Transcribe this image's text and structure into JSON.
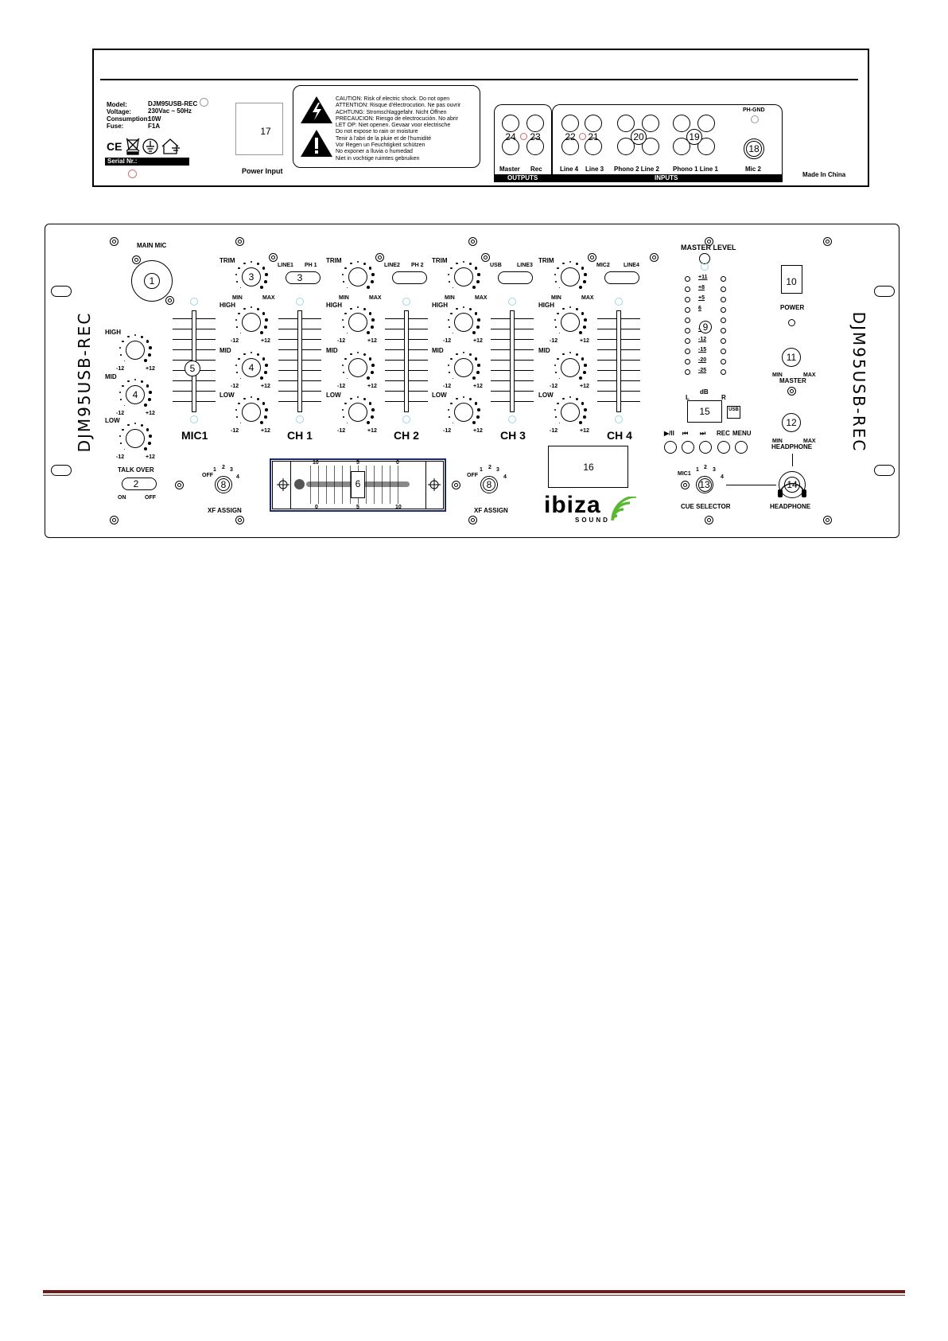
{
  "rear_panel": {
    "model_label": "Model:",
    "model_value": "DJM95USB-REC",
    "voltage_label": "Voltage:",
    "voltage_value": "230Vac ~ 50Hz",
    "consumption_label": "Consumption:",
    "consumption_value": "10W",
    "fuse_label": "Fuse:",
    "fuse_value": "F1A",
    "serial_label": "Serial Nr.:",
    "power_input_label": "Power Input",
    "power_input_num": "17",
    "warnings": [
      "CAUTION: Risk of electric shock. Do not open",
      "ATTENTION: Risque d'électrocution. Ne pas ouvrir",
      "ACHTUNG: Stromschlaggefahr. Nicht Öffnen",
      "PRECAUCION: Riesgo de electrocución. No abrir",
      "LET OP: Niet openen. Gevaar voor electrische",
      "Do not expose to rain or moisture",
      "Tenir à l'abri de la pluie et de l'humidité",
      "Vor Regen un Feuchtigkeit schützen",
      "No exponer a lluvia o humedad",
      "Niet in vochtige ruimtes gebruiken"
    ],
    "outputs_label": "OUTPUTS",
    "inputs_label": "INPUTS",
    "jack_labels": [
      "Master",
      "Rec",
      "Line 4",
      "Line 3",
      "Phono 2 Line 2",
      "Phono 1 Line 1",
      "Mic 2"
    ],
    "jack_nums": [
      "24",
      "23",
      "22",
      "21",
      "20",
      "19",
      "18"
    ],
    "ph_gnd": "PH-GND",
    "made_in": "Made In China"
  },
  "front_panel": {
    "brand_side": "DJM95USB-REC",
    "main_mic": "MAIN MIC",
    "mic_eq": {
      "high": "HIGH",
      "mid": "MID",
      "low": "LOW",
      "minus": "-12",
      "plus": "+12"
    },
    "talk_over": "TALK OVER",
    "on": "ON",
    "off": "OFF",
    "channel_labels": [
      "MIC1",
      "CH 1",
      "CH 2",
      "CH 3",
      "CH 4"
    ],
    "trim": "TRIM",
    "min": "MIN",
    "max": "MAX",
    "high": "HIGH",
    "mid": "MID",
    "low": "LOW",
    "m12": "-12",
    "p12": "+12",
    "sources": [
      [
        "LINE1",
        "PH 1"
      ],
      [
        "LINE2",
        "PH 2"
      ],
      [
        "USB",
        "LINE3"
      ],
      [
        "MIC2",
        "LINE4"
      ]
    ],
    "xf_assign": "XF ASSIGN",
    "xf_positions": [
      "OFF",
      "1",
      "2",
      "3",
      "4"
    ],
    "cf_scale_top": [
      "10",
      "5",
      "0"
    ],
    "cf_scale_bottom": [
      "0",
      "5",
      "10"
    ],
    "master_level": "MASTER LEVEL",
    "db_scale": [
      "+11",
      "+8",
      "+5",
      "6",
      "",
      "-9",
      "-12",
      "-15",
      "-20",
      "-25"
    ],
    "db": "dB",
    "l": "L",
    "r": "R",
    "usb": "USB",
    "transport": [
      "▶/II",
      "⏮",
      "⏭",
      "REC",
      "MENU"
    ],
    "power": "POWER",
    "master": "MASTER",
    "headphone": "HEADPHONE",
    "cue_selector": "CUE SELECTOR",
    "cue_positions": [
      "MIC1",
      "1",
      "2",
      "3",
      "4"
    ],
    "logo": "ibiza",
    "logo_sub": "SOUND",
    "nums": {
      "n1": "1",
      "n2": "2",
      "n3": "3",
      "n4": "4",
      "n5": "5",
      "n6": "6",
      "n8": "8",
      "n9": "9",
      "n10": "10",
      "n11": "11",
      "n12": "12",
      "n13": "13",
      "n14": "14",
      "n15": "15",
      "n16": "16"
    }
  }
}
